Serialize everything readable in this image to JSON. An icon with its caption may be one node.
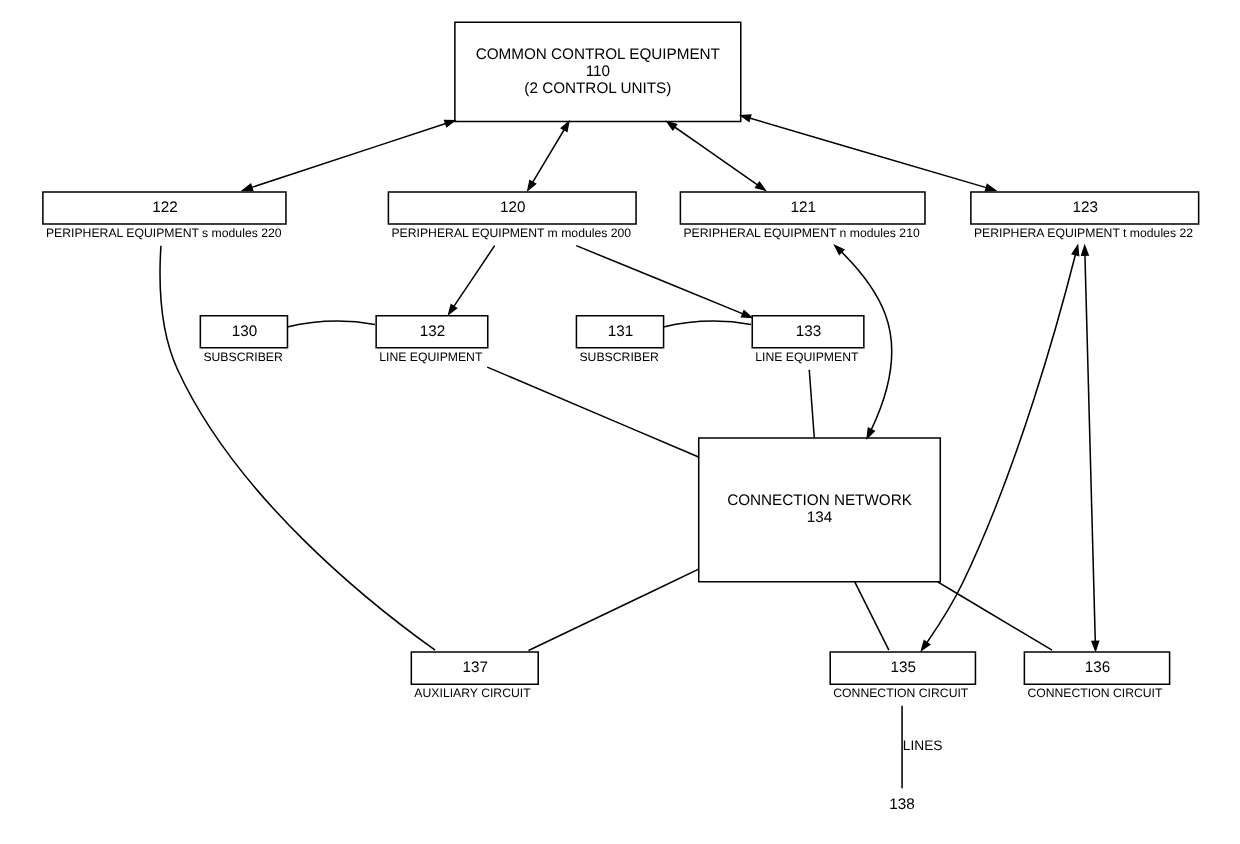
{
  "diagram": {
    "nodes": [
      {
        "text": [
          "COMMON CONTROL EQUIPMENT",
          "110",
          "(2 CONTROL UNITS)"
        ]
      },
      {
        "text": [
          "120"
        ],
        "beside": [
          "PERIPHERAL EQUIPMENT m modules 200"
        ]
      },
      {
        "text": [
          "121"
        ],
        "beside": [
          "PERIPHERAL EQUIPMENT n modules 210"
        ]
      },
      {
        "text": [
          "122"
        ],
        "beside": [
          "PERIPHERAL EQUIPMENT s modules 220"
        ]
      },
      {
        "text": [
          "123"
        ],
        "beside": [
          "PERIPHERA EQUIPMENT t modules 22"
        ]
      },
      {
        "text": [
          "130"
        ],
        "beside": [
          "SUBSCRIBER"
        ]
      },
      {
        "text": [
          "132"
        ],
        "beside": [
          "LINE EQUIPMENT"
        ]
      },
      {
        "text": [
          "CONNECTION NETWORK",
          "134"
        ]
      },
      {
        "text": [
          "137"
        ],
        "beside": [
          "AUXILIARY CIRCUIT"
        ]
      },
      {
        "text": [
          "136"
        ],
        "beside": [
          "CONNECTION CIRCUIT"
        ]
      },
      {
        "text": [
          "131"
        ],
        "beside": [
          "SUBSCRIBER"
        ]
      },
      {
        "text": [
          "133"
        ],
        "beside": [
          "LINE EQUIPMENT"
        ]
      },
      {
        "text": [
          "135"
        ],
        "beside": [
          "CONNECTION CIRCUIT"
        ]
      },
      {
        "text": [
          "138"
        ]
      }
    ],
    "edges": [
      {
        "from": 0,
        "to": 1,
        "arrow": "both"
      },
      {
        "from": 0,
        "to": 2,
        "arrow": "both"
      },
      {
        "from": 0,
        "to": 3,
        "arrow": "both"
      },
      {
        "from": 0,
        "to": 4,
        "arrow": "both"
      },
      {
        "from": 1,
        "to": 6,
        "arrow": "to"
      },
      {
        "from": 1,
        "to": 11,
        "arrow": "to"
      },
      {
        "from": 2,
        "to": 7,
        "arrow": "both"
      },
      {
        "from": 3,
        "to": 8,
        "arrow": "none"
      },
      {
        "from": 4,
        "to": 9,
        "arrow": "both"
      },
      {
        "from": 4,
        "to": 12,
        "arrow": "both"
      },
      {
        "from": 5,
        "to": 6,
        "arrow": "none"
      },
      {
        "from": 10,
        "to": 11,
        "arrow": "none"
      },
      {
        "from": 6,
        "to": 7,
        "arrow": "none"
      },
      {
        "from": 11,
        "to": 7,
        "arrow": "none"
      },
      {
        "from": 7,
        "to": 8,
        "arrow": "none"
      },
      {
        "from": 7,
        "to": 9,
        "arrow": "none"
      },
      {
        "from": 7,
        "to": 12,
        "arrow": "none"
      },
      {
        "from": 12,
        "to": 13,
        "arrow": "none",
        "label": "LINES"
      }
    ]
  }
}
